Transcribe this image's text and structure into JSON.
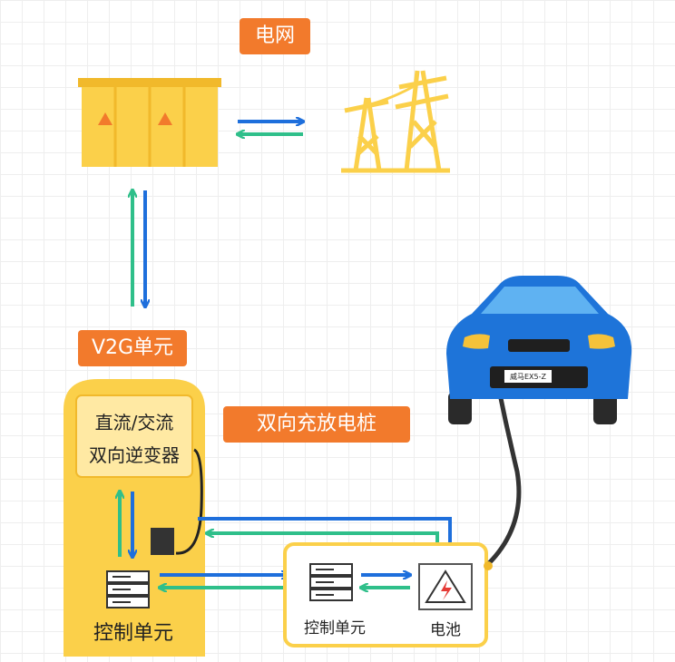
{
  "labels": {
    "grid": "电网",
    "v2g_unit": "V2G单元",
    "bidirectional_pile": "双向充放电桩",
    "dc_ac": "直流/交流",
    "inverter": "双向逆变器",
    "control_unit_left": "控制单元",
    "control_unit_right": "控制单元",
    "battery": "电池",
    "car_plate": "威马EX5-Z"
  },
  "colors": {
    "orange": "#f27a2c",
    "yellow": "#fbd04a",
    "yellow_dark": "#f1b92b",
    "blue_arrow": "#1e6fdc",
    "green_arrow": "#2fbf8a",
    "car_blue": "#1e74d9"
  }
}
